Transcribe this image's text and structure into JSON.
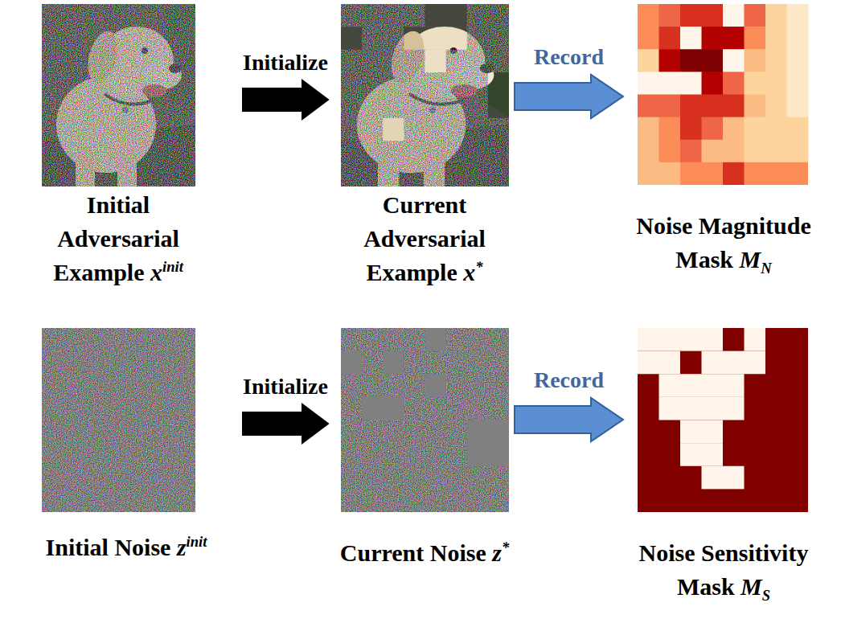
{
  "diagram": {
    "nodes": [
      {
        "text": [
          "Initial Adversarial Example",
          "x",
          "init"
        ]
      },
      {
        "text": [
          "Current Adversarial Example",
          "x",
          "*"
        ]
      },
      {
        "text": [
          "Noise Magnitude Mask",
          "M",
          "N"
        ]
      },
      {
        "text": [
          "Initial Noise",
          "z",
          "init"
        ]
      },
      {
        "text": [
          "Current Noise",
          "z",
          "*"
        ]
      },
      {
        "text": [
          "Noise Sensitivity Mask",
          "M",
          "S"
        ]
      }
    ],
    "edges": [
      {
        "from": 0,
        "to": 1,
        "label": "Initialize",
        "arrow": "to"
      },
      {
        "from": 1,
        "to": 2,
        "label": "Record",
        "arrow": "to"
      },
      {
        "from": 3,
        "to": 4,
        "label": "Initialize",
        "arrow": "to"
      },
      {
        "from": 4,
        "to": 5,
        "label": "Record",
        "arrow": "to"
      }
    ]
  }
}
